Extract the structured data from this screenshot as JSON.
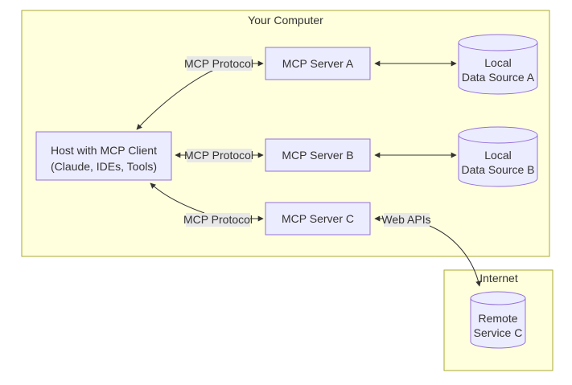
{
  "diagram": {
    "type": "flowchart",
    "clusters": {
      "your_computer": {
        "label": "Your Computer"
      },
      "internet": {
        "label": "Internet"
      }
    },
    "nodes": {
      "host": {
        "line1": "Host with MCP Client",
        "line2": "(Claude, IDEs, Tools)"
      },
      "server_a": {
        "label": "MCP Server A"
      },
      "server_b": {
        "label": "MCP Server B"
      },
      "server_c": {
        "label": "MCP Server C"
      },
      "data_source_a": {
        "line1": "Local",
        "line2": "Data Source A"
      },
      "data_source_b": {
        "line1": "Local",
        "line2": "Data Source B"
      },
      "remote_service_c": {
        "line1": "Remote",
        "line2": "Service C"
      }
    },
    "edge_labels": {
      "protocol_a": "MCP Protocol",
      "protocol_b": "MCP Protocol",
      "protocol_c": "MCP Protocol",
      "web_apis": "Web APIs"
    },
    "edges": [
      {
        "from": "host",
        "to": "server_a",
        "label": "MCP Protocol",
        "bidirectional": true
      },
      {
        "from": "host",
        "to": "server_b",
        "label": "MCP Protocol",
        "bidirectional": true
      },
      {
        "from": "host",
        "to": "server_c",
        "label": "MCP Protocol",
        "bidirectional": true
      },
      {
        "from": "server_a",
        "to": "data_source_a",
        "bidirectional": true
      },
      {
        "from": "server_b",
        "to": "data_source_b",
        "bidirectional": true
      },
      {
        "from": "server_c",
        "to": "remote_service_c",
        "label": "Web APIs",
        "bidirectional": true
      }
    ],
    "colors": {
      "node_fill": "#ECECFF",
      "node_border": "#9370DB",
      "cluster_fill": "#FFFFDE",
      "cluster_border": "#AAAA33",
      "edge_label_bg": "#E8E8E8",
      "line": "#333333",
      "text": "#333333",
      "background": "#FFFFFF"
    }
  }
}
